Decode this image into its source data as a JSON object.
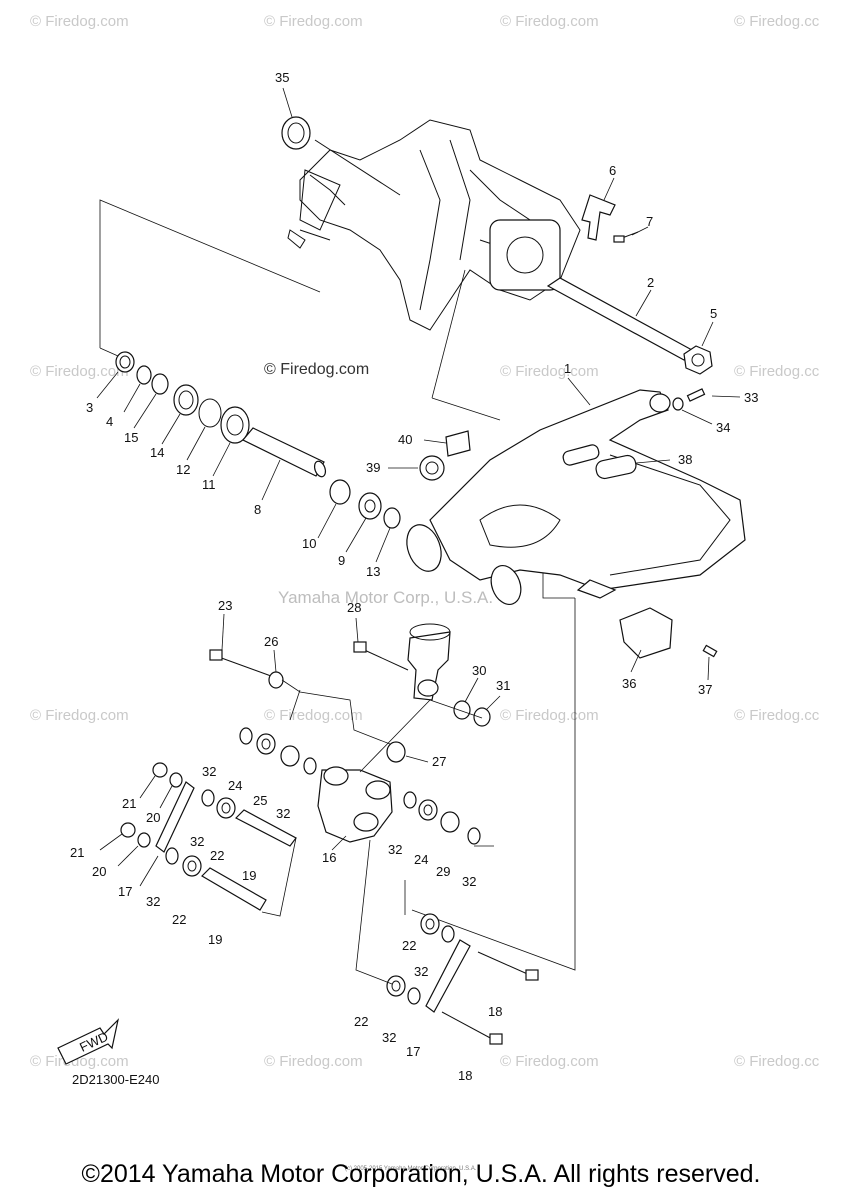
{
  "watermarks": {
    "firedog": "© Firedog.com",
    "firedog_cut": "© Firedog.cc",
    "yamaha": "Yamaha Motor Corp., U.S.A."
  },
  "diagram_code": "2D21300-E240",
  "fwd_label": "FWD",
  "small_copyright": "(c) 2005-2015 Yamaha Motor Corporation, U.S.A.",
  "footer": "©2014 Yamaha Motor Corporation, U.S.A. All rights reserved.",
  "callouts": [
    "35",
    "6",
    "7",
    "2",
    "5",
    "1",
    "33",
    "34",
    "3",
    "4",
    "15",
    "14",
    "12",
    "11",
    "40",
    "39",
    "38",
    "8",
    "10",
    "9",
    "13",
    "23",
    "28",
    "26",
    "30",
    "31",
    "36",
    "37",
    "27",
    "32",
    "24",
    "25",
    "21",
    "20",
    "17",
    "22",
    "19",
    "16",
    "29",
    "18"
  ]
}
